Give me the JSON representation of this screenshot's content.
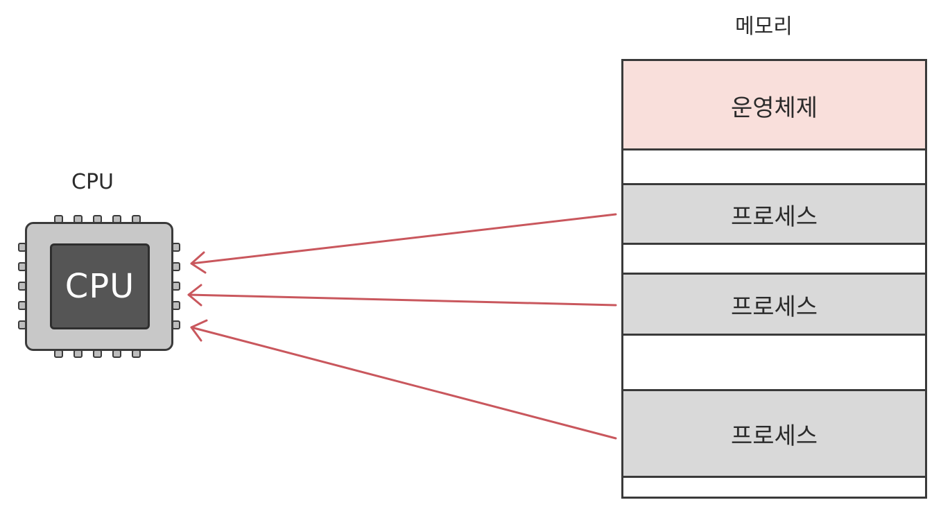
{
  "cpu": {
    "title": "CPU",
    "die_label": "CPU"
  },
  "memory": {
    "title": "메모리",
    "segments": [
      {
        "kind": "os",
        "label": "운영체제"
      },
      {
        "kind": "free",
        "label": ""
      },
      {
        "kind": "process",
        "label": "프로세스"
      },
      {
        "kind": "free",
        "label": ""
      },
      {
        "kind": "process",
        "label": "프로세스"
      },
      {
        "kind": "free",
        "label": ""
      },
      {
        "kind": "process",
        "label": "프로세스"
      },
      {
        "kind": "free",
        "label": ""
      }
    ]
  },
  "colors": {
    "os_fill": "#f9dfdb",
    "process_fill": "#d9d9d9",
    "arrow": "#c9575d",
    "outline": "#3a3a3a"
  }
}
